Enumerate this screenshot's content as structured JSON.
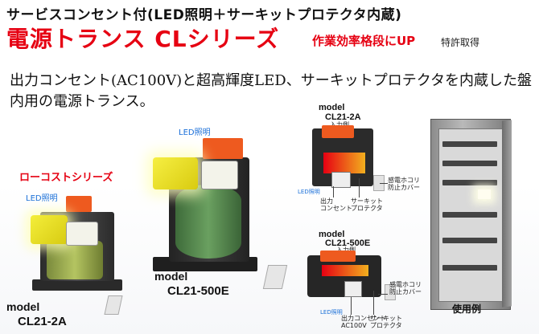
{
  "header": {
    "top_title": "サービスコンセント付(LED照明＋サーキットプロテクタ内蔵)",
    "product_title": "電源トランス CLシリーズ",
    "tagline": "作業効率格段にUP",
    "patent": "特許取得"
  },
  "description": "出力コンセント(AC100V)と超高輝度LED、サーキットプロテクタを内蔵した盤内用の電源トランス。",
  "product_left": {
    "series_label": "ローコストシリーズ",
    "led_label": "LED照明",
    "model_word": "model",
    "model_name": "CL21-2A"
  },
  "product_center": {
    "led_label": "LED照明",
    "model_word": "model",
    "model_name": "CL21-500E"
  },
  "diagram_top": {
    "model_word": "model",
    "model_name": "CL21-2A",
    "input_label": "入力側",
    "led_label": "LED照明",
    "outlet_label": "出力\nコンセント",
    "protector_label": "サーキット\nプロテクタ",
    "cover_label": "感電ホコリ\n防止カバー"
  },
  "diagram_bottom": {
    "model_word": "model",
    "model_name": "CL21-500E",
    "input_label": "入力側",
    "led_label": "LED照明",
    "outlet_label": "出力コンセント\nAC100V",
    "protector_label": "サーキット\nプロテクタ",
    "cover_label": "感電ホコリ\n防止カバー"
  },
  "usage_label": "使用例",
  "colors": {
    "accent_red": "#e60012",
    "led_blue": "#1a6fd8",
    "terminal_orange": "#ee5a1f"
  }
}
